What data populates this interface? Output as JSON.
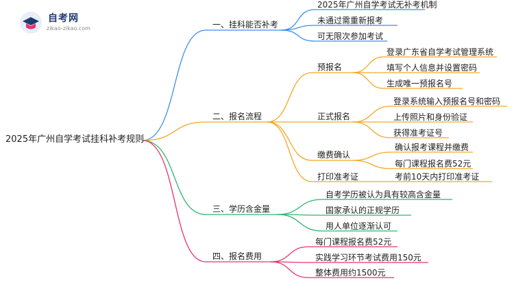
{
  "logo": {
    "name": "自考网",
    "url": "zikao-zikao.com"
  },
  "root": "2025年广州自学考试挂科补考规则",
  "branches": [
    {
      "label": "一、挂科能否补考",
      "color": "#3b8ef0",
      "leaves": [
        "2025年广州自学考试无补考机制",
        "未通过需重新报考",
        "可无限次参加考试"
      ]
    },
    {
      "label": "二、报名流程",
      "color": "#f5a623",
      "groups": [
        {
          "label": "预报名",
          "leaves": [
            "登录广东省自学考试管理系统",
            "填写个人信息并设置密码",
            "生成唯一预报名号"
          ]
        },
        {
          "label": "正式报名",
          "leaves": [
            "登录系统输入预报名号和密码",
            "上传照片和身份验证",
            "获得准考证号"
          ]
        },
        {
          "label": "缴费确认",
          "leaves": [
            "确认报考课程并缴费",
            "每门课程报名费52元"
          ]
        },
        {
          "label": "打印准考证",
          "leaves": [
            "考前10天内打印准考证"
          ]
        }
      ]
    },
    {
      "label": "三、学历含金量",
      "color": "#2fb36d",
      "leaves": [
        "自考学历被认为具有较高含金量",
        "国家承认的正规学历",
        "用人单位逐渐认可"
      ]
    },
    {
      "label": "四、报名费用",
      "color": "#e8336d",
      "leaves": [
        "每门课程报名费52元",
        "实践学习环节考试费用150元",
        "整体费用约1500元"
      ]
    }
  ]
}
